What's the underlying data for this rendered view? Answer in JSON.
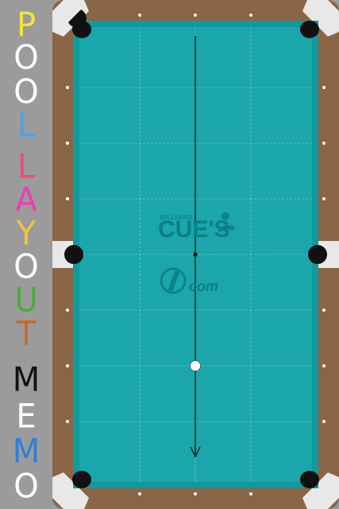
{
  "side_title": {
    "letters": [
      {
        "ch": "P",
        "color": "#f2e43c"
      },
      {
        "ch": "O",
        "color": "#ffffff"
      },
      {
        "ch": "O",
        "color": "#ffffff"
      },
      {
        "ch": "L",
        "color": "#4aa3e8"
      },
      {
        "ch": "L",
        "color": "#e8507a"
      },
      {
        "ch": "A",
        "color": "#e83fb8"
      },
      {
        "ch": "Y",
        "color": "#f0c43c"
      },
      {
        "ch": "O",
        "color": "#ffffff"
      },
      {
        "ch": "U",
        "color": "#4fa842"
      },
      {
        "ch": "T",
        "color": "#c76a2a"
      },
      {
        "ch": "M",
        "color": "#111111"
      },
      {
        "ch": "E",
        "color": "#ffffff"
      },
      {
        "ch": "M",
        "color": "#2f7fd8"
      },
      {
        "ch": "O",
        "color": "#ffffff"
      }
    ]
  },
  "watermark": {
    "small": "BILLIARD",
    "big": "CUE'S",
    "dcom": "com"
  },
  "colors": {
    "felt": "#1aa6aa",
    "rail": "#8a6545",
    "cushion": "#11999d",
    "pocket": "#111111",
    "corner_plate": "#e8e8e8"
  },
  "balls": [
    {
      "name": "cue-ball",
      "color": "#ffffff"
    },
    {
      "name": "center-spot",
      "color": "#111111"
    }
  ]
}
